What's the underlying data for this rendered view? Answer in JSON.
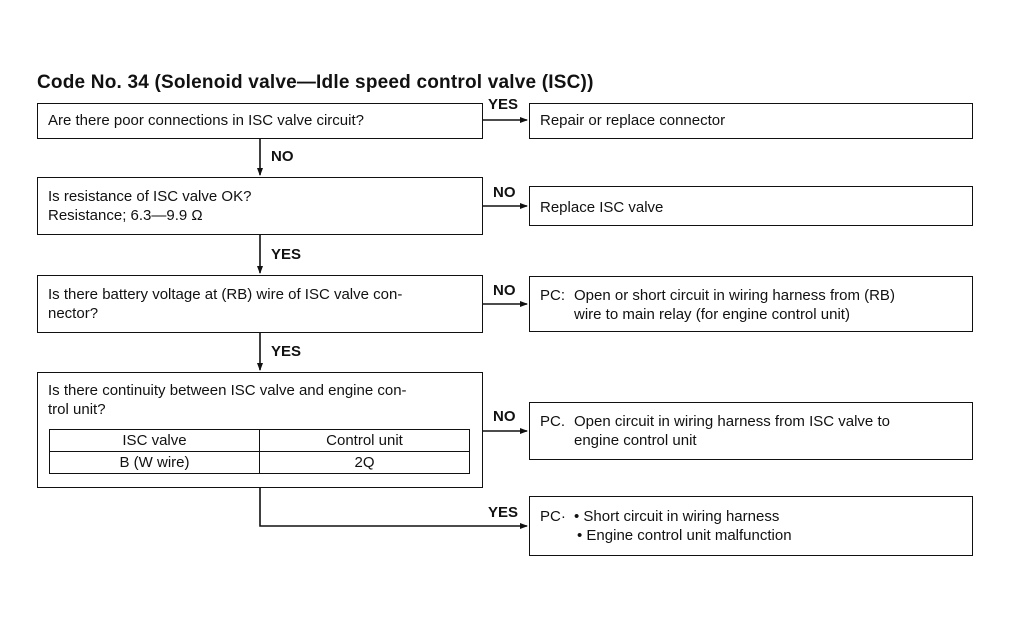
{
  "title": "Code No. 34 (Solenoid valve—Idle speed control valve (ISC))",
  "questions": [
    {
      "lines": [
        "Are there poor connections in ISC valve circuit?"
      ]
    },
    {
      "lines": [
        "Is resistance of ISC valve OK?",
        "Resistance; 6.3—9.9 Ω"
      ]
    },
    {
      "lines": [
        "Is there battery voltage at (RB) wire of ISC valve con-",
        "nector?"
      ]
    },
    {
      "lines": [
        "Is there continuity between ISC valve and engine con-",
        "trol unit?"
      ],
      "table": {
        "headers": [
          "ISC valve",
          "Control unit"
        ],
        "row": [
          "B (W wire)",
          "2Q"
        ]
      }
    }
  ],
  "results": [
    {
      "lines": [
        "Repair or replace connector"
      ]
    },
    {
      "lines": [
        "Replace ISC valve"
      ]
    },
    {
      "prefix": "PC:",
      "lines": [
        "Open or short circuit in wiring harness from (RB)",
        "wire to main relay (for engine control unit)"
      ]
    },
    {
      "prefix": "PC.",
      "lines": [
        "Open circuit in wiring harness from ISC valve to",
        "engine control unit"
      ]
    },
    {
      "prefix": "PC·",
      "bullets": [
        "• Short circuit in wiring harness",
        "• Engine control unit malfunction"
      ]
    }
  ],
  "connector_labels": {
    "q1_to_r1": "YES",
    "q1_to_q2": "NO",
    "q2_to_r2": "NO",
    "q2_to_q3": "YES",
    "q3_to_r3": "NO",
    "q3_to_q4": "YES",
    "q4_to_r4": "NO",
    "q4_to_r5": "YES"
  }
}
